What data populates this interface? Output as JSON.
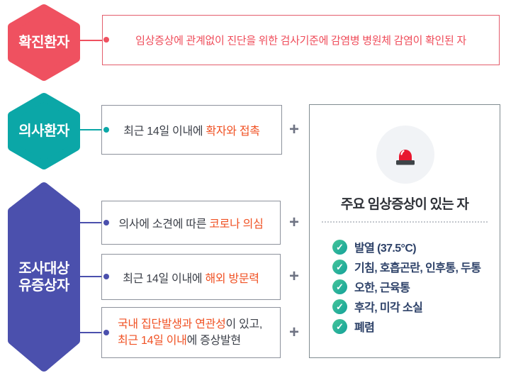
{
  "palette": {
    "red": "#ef5160",
    "red_text": "#ef4b59",
    "teal": "#0ba7a7",
    "purple": "#4b50ad",
    "orange": "#f05123",
    "dark": "#3c4049",
    "navy": "#2d4168",
    "gray_border": "#8d929c",
    "plus_gray": "#6e7383",
    "check_green_a": "#45c598",
    "check_green_b": "#14a29b",
    "siren_red": "#e8172f",
    "siren_base": "#3e4347"
  },
  "rows": {
    "confirmed": {
      "label": "확진환자",
      "box_text": "임상증상에 관계없이 진단을 위한 검사기준에 감염병 병원체 감염이 확인된 자"
    },
    "suspected": {
      "label": "의사환자",
      "box_prefix": "최근 14일 이내에 ",
      "box_highlight": "확자와 접촉"
    },
    "investigation": {
      "label_line1": "조사대상",
      "label_line2": "유증상자",
      "box1_prefix": "의사에 소견에 따른 ",
      "box1_highlight": "코로나 의심",
      "box2_prefix": "최근 14일 이내에 ",
      "box2_highlight": "해외 방문력",
      "box3_line1_highlight": "국내 집단발생과 연관성",
      "box3_line1_rest": "이 있고,",
      "box3_line2_highlight": "최근 14일 이내",
      "box3_line2_rest": "에 증상발현"
    }
  },
  "plus_sign": "+",
  "card": {
    "icon": "siren-icon",
    "title": "주요 임상증상이 있는 자",
    "symptoms": [
      "발열 (37.5°C)",
      "기침, 호흡곤란, 인후통, 두통",
      "오한, 근육통",
      "후각, 미각 소실",
      "폐렴"
    ]
  }
}
